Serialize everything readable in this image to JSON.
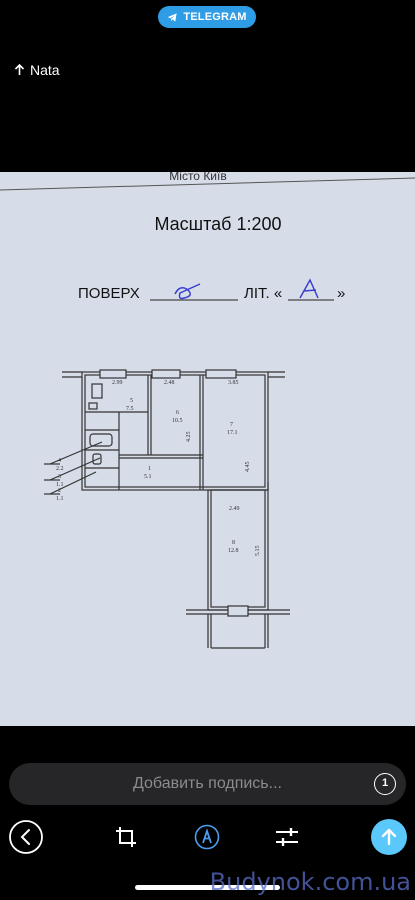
{
  "header": {
    "source_label": "TELEGRAM",
    "sender": "Nata"
  },
  "document": {
    "city_header": "Місто Київ",
    "scale_label": "Масштаб 1:200",
    "floor_label": "ПОВЕРХ",
    "lit_label": "ЛІТ. «",
    "lit_close": "»",
    "dims": {
      "top_left": "2.99",
      "top_mid": "2.48",
      "top_right": "3.85",
      "right_lower": "2.49"
    },
    "rooms": {
      "r5_num": "5",
      "r5_area": "7.5",
      "r6_num": "6",
      "r6_area": "10.5",
      "r7_num": "7",
      "r7_area": "17.1",
      "r1_num": "1",
      "r1_area": "5.1",
      "r8_num": "8",
      "r8_area": "12.8",
      "side_4": "4",
      "side_4_area": "2.2",
      "side_3": "3",
      "side_3_area": "1.1",
      "side_2": "2",
      "side_2_area": "1.1",
      "v_dim_mid": "4.25",
      "v_dim_right": "4.45",
      "v_dim_low": "5.15"
    }
  },
  "caption": {
    "placeholder": "Добавить подпись...",
    "hd_badge": "1"
  },
  "toolbar": {
    "back": "back-icon",
    "crop": "crop-icon",
    "draw": "markup-icon",
    "adjust": "adjust-icon",
    "send": "send-icon"
  },
  "watermark": "Budynok.com.ua",
  "colors": {
    "telegram_blue": "#2f9de6",
    "send_blue": "#5ac8fa",
    "draw_blue": "#4a9ff0",
    "paper": "#d6dde8"
  }
}
